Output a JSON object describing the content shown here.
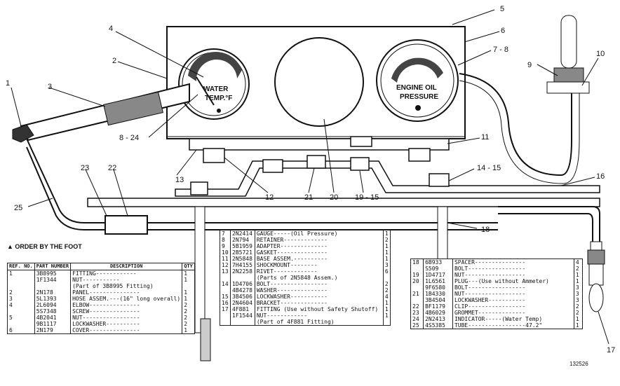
{
  "callouts": [
    "1",
    "2",
    "3",
    "4",
    "5",
    "6",
    "7 - 8",
    "8 - 24",
    "9",
    "10",
    "11",
    "12",
    "13",
    "14 - 15",
    "16",
    "17",
    "18",
    "19 - 15",
    "20",
    "21",
    "22",
    "23",
    "25"
  ],
  "gauges": {
    "water_temp": {
      "line1": "WATER",
      "line2": "TEMP.°F"
    },
    "oil_pressure": {
      "line1": "ENGINE OIL",
      "line2": "PRESSURE"
    }
  },
  "note": "▲ ORDER BY THE FOOT",
  "table_headers": {
    "ref": "REF. NO.",
    "part": "PART NUMBER",
    "desc": "DESCRIPTION",
    "qty": "QTY"
  },
  "tables": {
    "left": [
      {
        "ref": "1",
        "part": "3B8995",
        "desc": "FITTING------------",
        "qty": "1"
      },
      {
        "ref": "",
        "part": "1F1344",
        "desc": "     NUT-----------",
        "qty": "1"
      },
      {
        "ref": "",
        "part": "",
        "desc": "     (Part of 3B8995 Fitting)",
        "qty": ""
      },
      {
        "ref": "2",
        "part": "2N178",
        "desc": "PANEL---------------",
        "qty": "1"
      },
      {
        "ref": "3",
        "part": "5L1393",
        "desc": "HOSE ASSEM.---(16\" long overall)",
        "qty": "1"
      },
      {
        "ref": "4",
        "part": "2L6094",
        "desc": "ELBOW---------------",
        "qty": "2"
      },
      {
        "ref": "",
        "part": "5S7348",
        "desc": "SCREW---------------",
        "qty": "2"
      },
      {
        "ref": "5",
        "part": "4B2041",
        "desc": "NUT-----------------",
        "qty": "2"
      },
      {
        "ref": "",
        "part": "9B1117",
        "desc": "LOCKWASHER----------",
        "qty": "2"
      },
      {
        "ref": "6",
        "part": "2N179",
        "desc": "COVER---------------",
        "qty": "1"
      }
    ],
    "middle": [
      {
        "ref": "7",
        "part": "2N2414",
        "desc": "GAUGE-----(Oil Pressure)",
        "qty": "1"
      },
      {
        "ref": "8",
        "part": "2N794",
        "desc": "RETAINER-------------",
        "qty": "2"
      },
      {
        "ref": "9",
        "part": "5B1959",
        "desc": "ADAPTER--------------",
        "qty": "1"
      },
      {
        "ref": "10",
        "part": "2B5721",
        "desc": "GASKET---------------",
        "qty": "1"
      },
      {
        "ref": "11",
        "part": "2N5848",
        "desc": "BASE ASSEM.----------",
        "qty": "1"
      },
      {
        "ref": "12",
        "part": "7H4155",
        "desc": "   SHOCKMOUNT--------",
        "qty": "3"
      },
      {
        "ref": "13",
        "part": "2N2258",
        "desc": "   RIVET-------------",
        "qty": "6"
      },
      {
        "ref": "",
        "part": "",
        "desc": "   (Parts of 2N5848 Assem.)",
        "qty": ""
      },
      {
        "ref": "14",
        "part": "1D4706",
        "desc": "BOLT-----------------",
        "qty": "2"
      },
      {
        "ref": "",
        "part": "4B4278",
        "desc": "WASHER---------------",
        "qty": "2"
      },
      {
        "ref": "15",
        "part": "3B4506",
        "desc": "LOCKWASHER-----------",
        "qty": "4"
      },
      {
        "ref": "16",
        "part": "2N4604",
        "desc": "BRACKET--------------",
        "qty": "1"
      },
      {
        "ref": "17",
        "part": "4F881",
        "desc": "FITTING (Use without Safety Shutoff)",
        "qty": "1"
      },
      {
        "ref": "",
        "part": "1F1544",
        "desc": "     NUT------------",
        "qty": "1"
      },
      {
        "ref": "",
        "part": "",
        "desc": "     (Part of 4F881 Fitting)",
        "qty": ""
      }
    ],
    "right": [
      {
        "ref": "18",
        "part": "6B933",
        "desc": "SPACER---------------",
        "qty": "4"
      },
      {
        "ref": "",
        "part": "S509",
        "desc": "BOLT-----------------",
        "qty": "2"
      },
      {
        "ref": "19",
        "part": "1D4717",
        "desc": "NUT------------------",
        "qty": "1"
      },
      {
        "ref": "20",
        "part": "1L6561",
        "desc": "PLUG---(Use without Ammeter)",
        "qty": "1"
      },
      {
        "ref": "",
        "part": "9F6580",
        "desc": "BOLT-----------------",
        "qty": "3"
      },
      {
        "ref": "21",
        "part": "1B4330",
        "desc": "NUT------------------",
        "qty": "3"
      },
      {
        "ref": "",
        "part": "3B4504",
        "desc": "LOCKWASHER-----------",
        "qty": "3"
      },
      {
        "ref": "22",
        "part": "BF1179",
        "desc": "CLIP-----------------",
        "qty": "2"
      },
      {
        "ref": "23",
        "part": "4B6029",
        "desc": "GROMMET--------------",
        "qty": "2"
      },
      {
        "ref": "24",
        "part": "2N2413",
        "desc": "INDICATOR-----(Water Temp)",
        "qty": "1"
      },
      {
        "ref": "25",
        "part": "4S5385",
        "desc": "TUBE-----------------47.2\"",
        "qty": "1"
      }
    ]
  },
  "figure_number": "132526"
}
